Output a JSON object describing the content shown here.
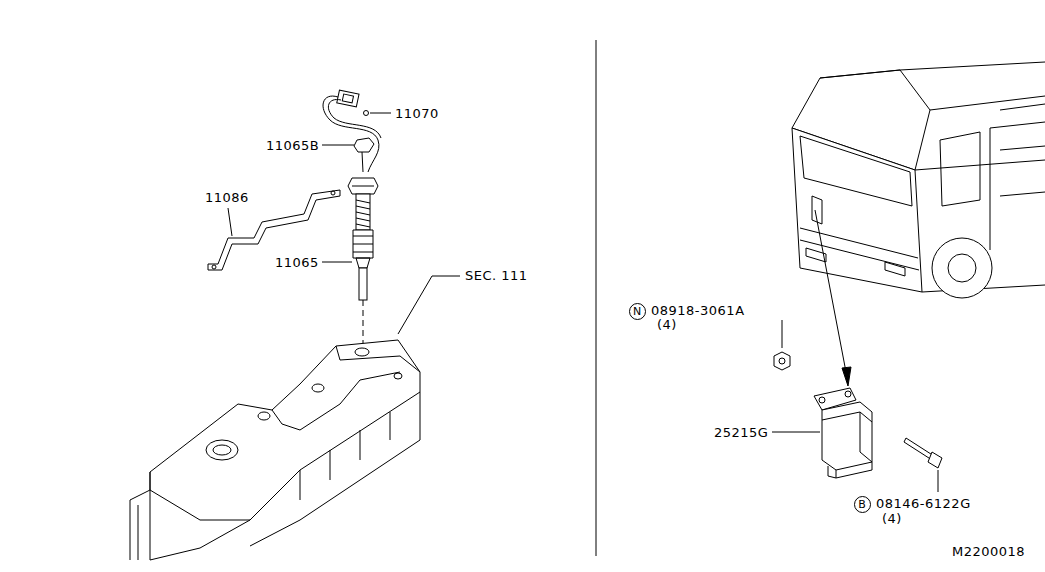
{
  "diagram": {
    "nodes": [
      {
        "text": [
          "N"
        ]
      },
      {
        "text": [
          "B"
        ]
      }
    ],
    "labels": [
      "11070",
      "11065B",
      "11086",
      "11065",
      "SEC. 111",
      "08918-3061A",
      "(4)",
      "25215G",
      "08146-6122G",
      "(4)",
      "M2200018"
    ]
  }
}
